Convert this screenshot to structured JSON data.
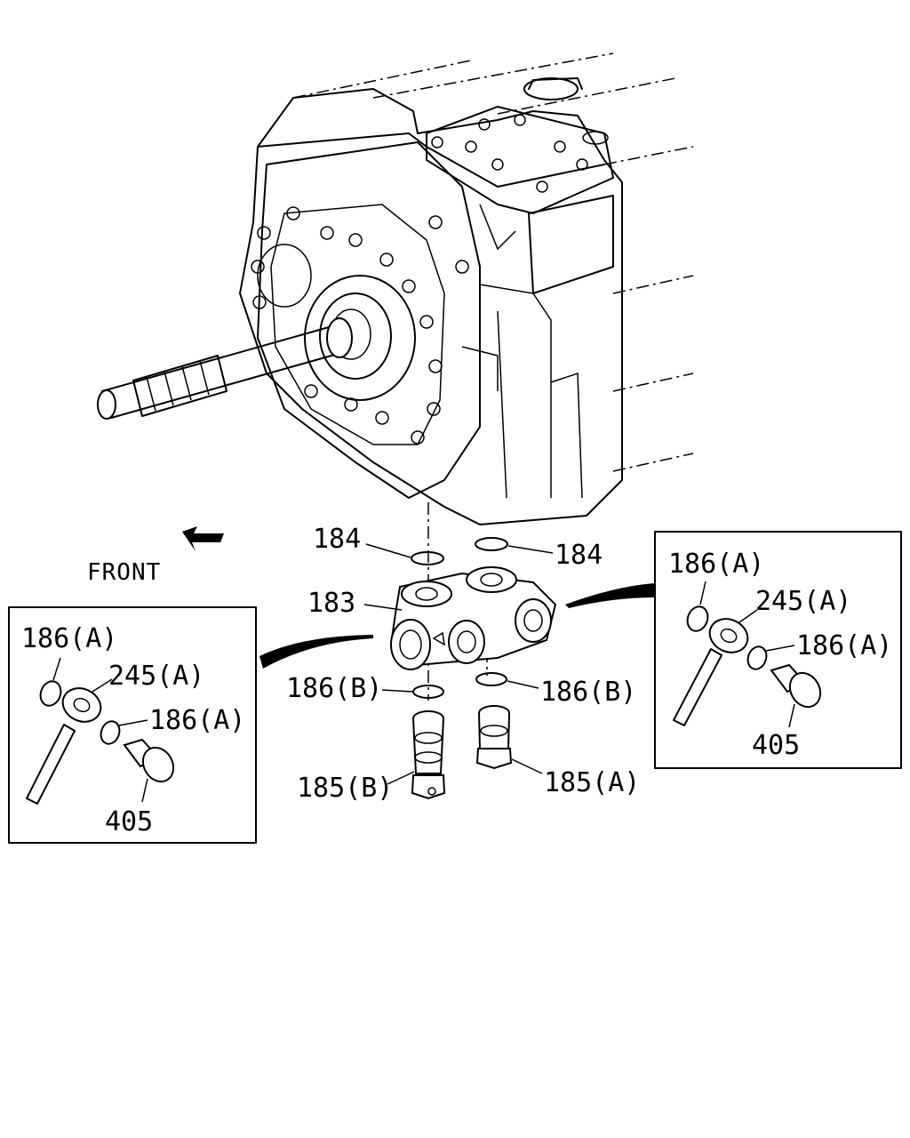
{
  "labels": {
    "front": "FRONT",
    "washer_184_left": "184",
    "washer_184_right": "184",
    "block_183": "183",
    "washer_186b_left": "186(B)",
    "washer_186b_right": "186(B)",
    "bolt_185b": "185(B)",
    "bolt_185a": "185(A)",
    "left_inset": {
      "washer_top": "186(A)",
      "eye_fitting": "245(A)",
      "washer_bottom": "186(A)",
      "eye_bolt": "405"
    },
    "right_inset": {
      "washer_top": "186(A)",
      "eye_fitting": "245(A)",
      "washer_bottom": "186(A)",
      "eye_bolt": "405"
    }
  }
}
